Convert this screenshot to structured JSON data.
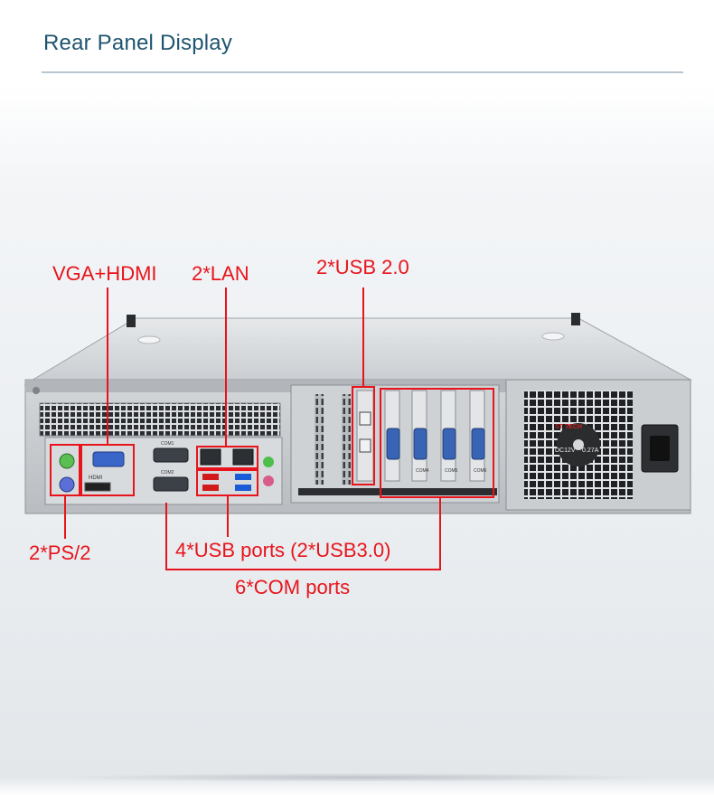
{
  "header": {
    "title": "Rear Panel Display"
  },
  "callouts": {
    "vga_hdmi": "VGA+HDMI",
    "lan": "2*LAN",
    "usb20": "2*USB 2.0",
    "ps2": "2*PS/2",
    "usb_ports": "4*USB ports (2*USB3.0)",
    "com_ports": "6*COM ports"
  },
  "panel_text": {
    "hdmi": "HDMI",
    "com1": "COM1",
    "com2": "COM2",
    "com4": "COM4",
    "com5": "COM5",
    "com6": "COM6",
    "fan_brand": "ST TECH",
    "fan_rating_1": "DC12V",
    "fan_rating_2": "0.27A"
  },
  "colors": {
    "title": "#1f5470",
    "callout": "#e8141c",
    "chassis": "#c9ccce",
    "port_blue": "#1a5bd6"
  }
}
